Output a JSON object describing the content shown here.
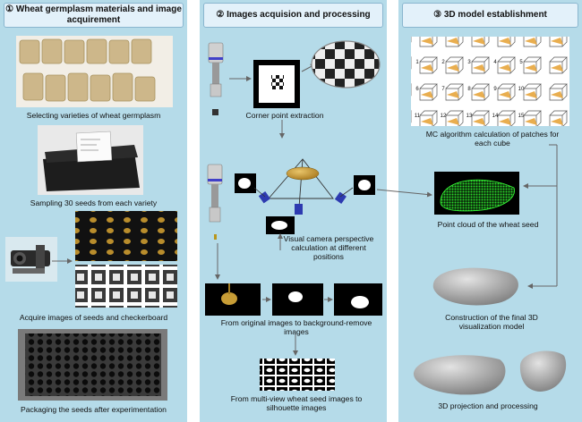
{
  "panels": [
    {
      "number": "①",
      "title": "Wheat germplasm materials and image acquirement"
    },
    {
      "number": "②",
      "title": "Images acquision and processing"
    },
    {
      "number": "③",
      "title": "3D model establishment"
    }
  ],
  "captions": {
    "selecting": "Selecting varieties of wheat germplasm",
    "sampling": "Sampling 30 seeds from each variety",
    "acquire": "Acquire images of seeds and checkerboard",
    "packaging": "Packaging the seeds after experimentation",
    "corner": "Corner point extraction",
    "visual": "Visual camera perspective calculation at different positions",
    "background": "From original images to background-remove images",
    "silhouette": "From multi-view wheat seed images to silhouette images",
    "mc": "MC algorithm calculation of patches for each cube",
    "pointcloud": "Point cloud of the wheat seed",
    "construction": "Construction of the final 3D visualization model",
    "projection": "3D projection and processing"
  },
  "mc_cube_numbers": [
    "1",
    "2",
    "3",
    "4",
    "5",
    "6",
    "7",
    "8",
    "9",
    "10",
    "11",
    "12",
    "13",
    "14",
    "15"
  ],
  "colors": {
    "panel_bg": "#b5dbe9",
    "header_bg": "#e3f1fa",
    "arrow": "#666666",
    "pointcloud": "#2bd42b"
  }
}
